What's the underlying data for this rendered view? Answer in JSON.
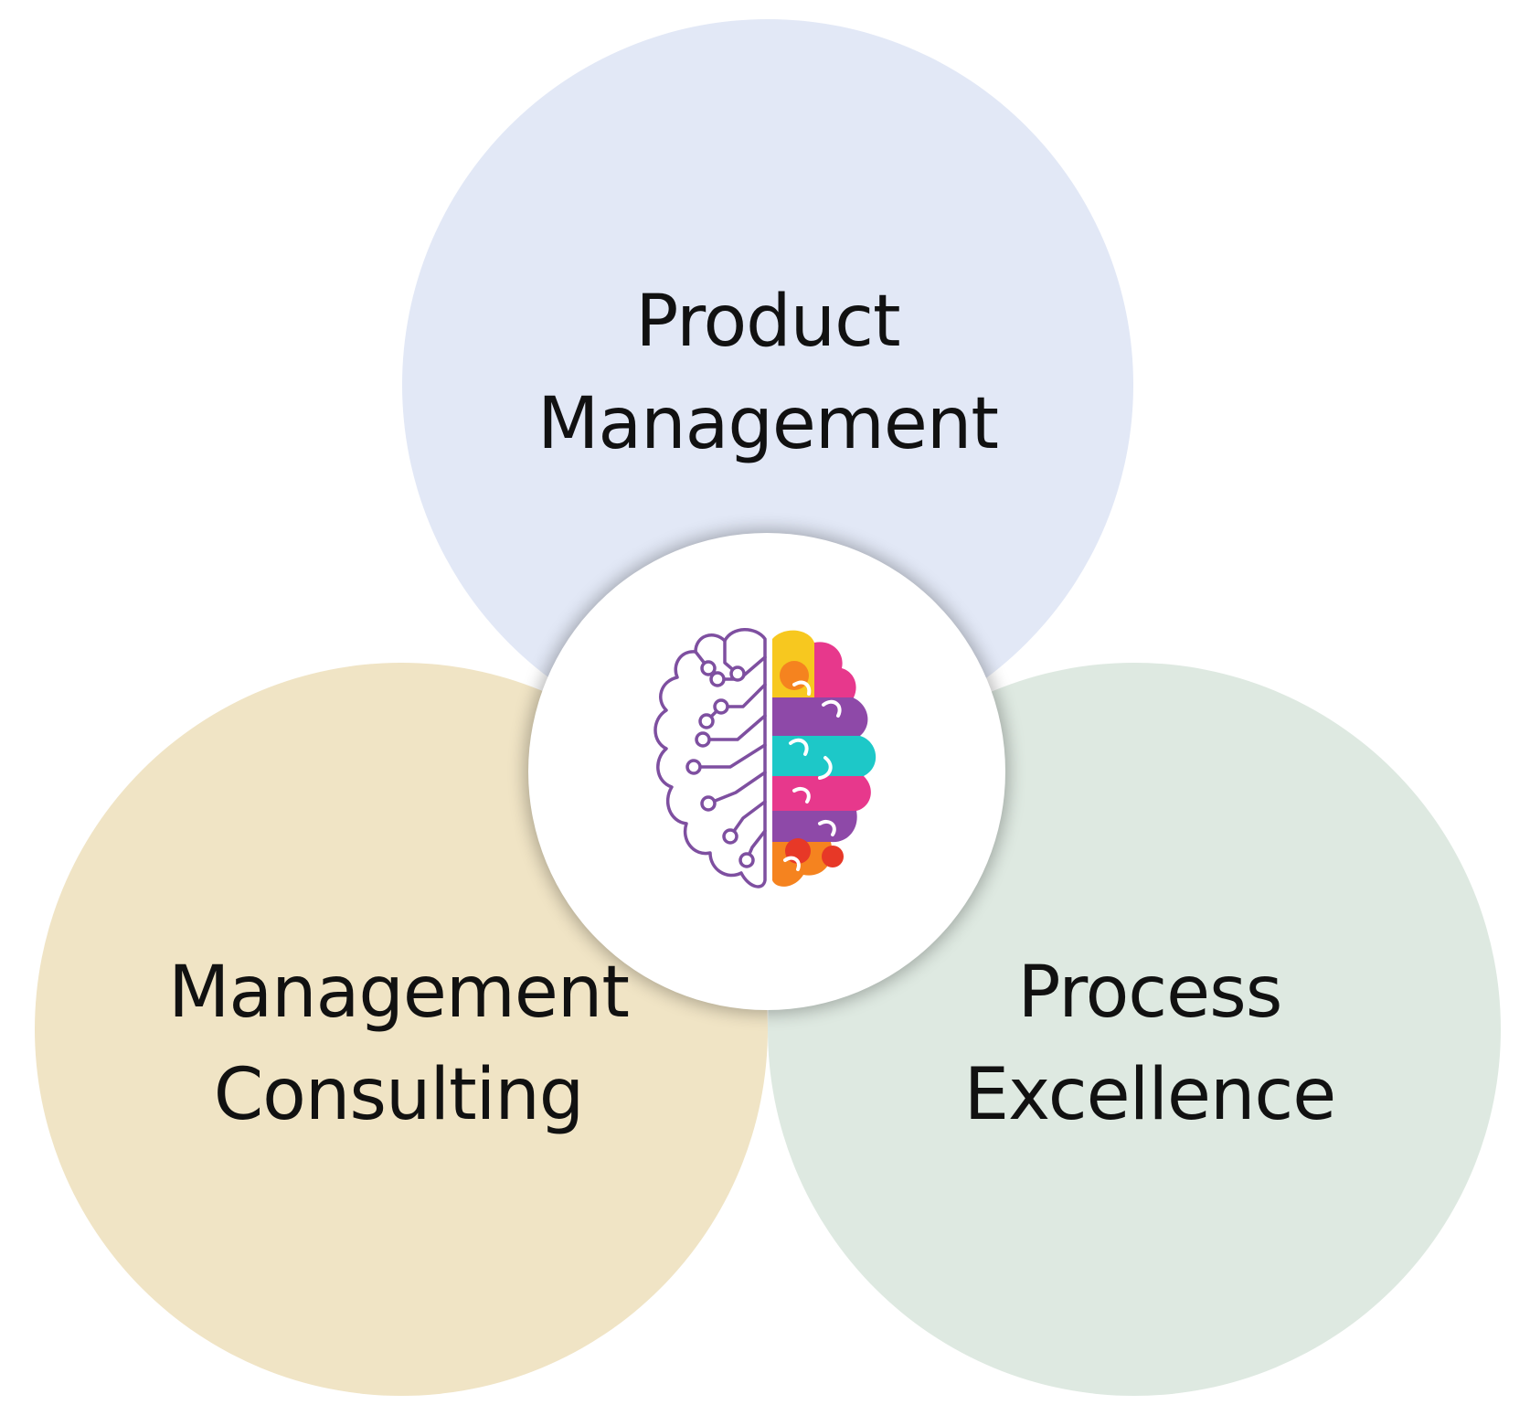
{
  "diagram": {
    "top": {
      "line1": "Product",
      "line2": "Management",
      "color": "#E2E8F6"
    },
    "left": {
      "line1": "Management",
      "line2": "Consulting",
      "color": "#F0E4C5"
    },
    "right": {
      "line1": "Process",
      "line2": "Excellence",
      "color": "#DEE9E1"
    },
    "center": {
      "icon": "brain-icon",
      "left_hemisphere_stroke": "#7E4FA0",
      "right_hemisphere_colors": [
        "#F7C81F",
        "#F5831F",
        "#E7388C",
        "#8E49A8",
        "#1DC8C8",
        "#E73827"
      ]
    }
  }
}
